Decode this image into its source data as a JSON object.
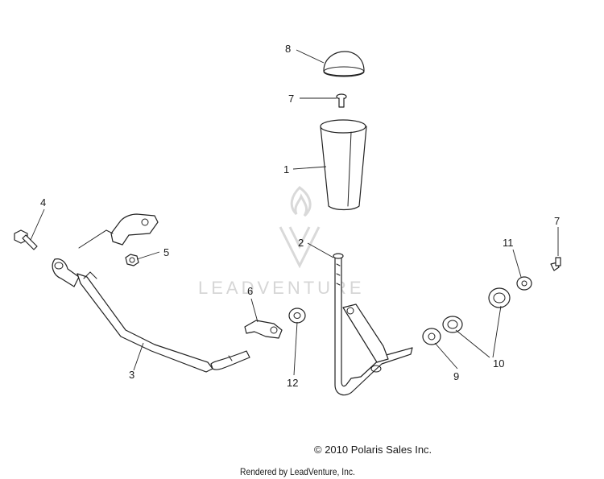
{
  "diagram": {
    "callouts": {
      "c1": "1",
      "c2": "2",
      "c3": "3",
      "c4": "4",
      "c5": "5",
      "c6": "6",
      "c7a": "7",
      "c7b": "7",
      "c8": "8",
      "c9": "9",
      "c10": "10",
      "c11": "11",
      "c12": "12"
    },
    "watermark": "LEADVENTURE"
  },
  "footer": {
    "copyright": "© 2010 Polaris Sales Inc.",
    "rendered_by": "Rendered by LeadVenture, Inc."
  }
}
